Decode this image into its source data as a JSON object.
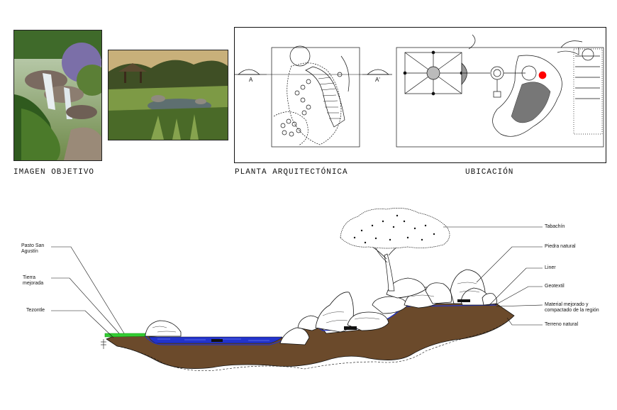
{
  "captions": {
    "imagen": "IMAGEN OBJETIVO",
    "planta": "PLANTA ARQUITECTÓNICA",
    "ubicacion": "UBICACIÓN"
  },
  "section_marks": {
    "left": "A",
    "right": "A'"
  },
  "section_labels": {
    "pasto": "Pasto San Agustín",
    "tierra": "Tierra mejorada",
    "tezontle": "Tezontle",
    "tabachin": "Tabachín",
    "piedra": "Piedra natural",
    "liner": "Liner",
    "geotextil": "Geotextil",
    "material": "Material mejorado y compactado de la región",
    "terreno": "Terreno natural"
  },
  "colors": {
    "soil": "#6b4a2b",
    "water": "#2233cc",
    "grass": "#33cc33",
    "marker": "#ff0000"
  }
}
